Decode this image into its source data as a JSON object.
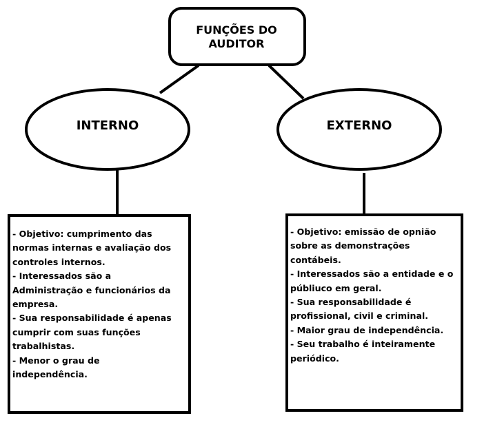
{
  "diagram": {
    "root": {
      "lines": [
        "FUNÇÕES DO",
        "AUDITOR"
      ]
    },
    "interno": {
      "label": "INTERNO",
      "details": [
        "- Objetivo: cumprimento das",
        "normas internas e avaliação dos",
        "controles internos.",
        "- Interessados são a",
        "Administração e funcionários da",
        "empresa.",
        "- Sua responsabilidade é apenas",
        "cumprir com suas funções",
        "trabalhistas.",
        "- Menor o grau de",
        "independência."
      ]
    },
    "externo": {
      "label": "EXTERNO",
      "details": [
        "- Objetivo: emissão de opnião",
        "sobre as demonstrações",
        "contábeis.",
        "- Interessados são a entidade e o",
        "públiuco em geral.",
        "- Sua responsabilidade é",
        "profissional, civil e criminal.",
        "- Maior grau de independência.",
        "- Seu trabalho é inteiramente",
        "periódico."
      ]
    }
  }
}
